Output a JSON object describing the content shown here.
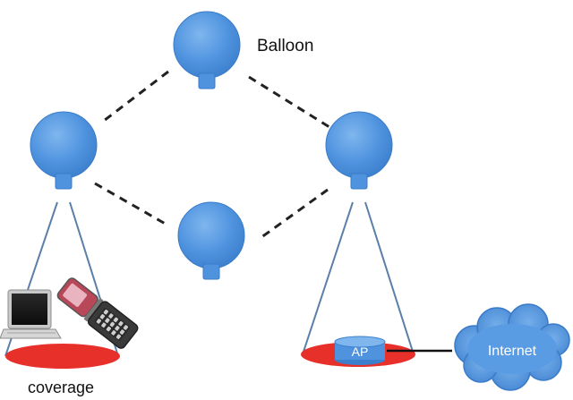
{
  "labels": {
    "balloon": "Balloon",
    "coverage": "coverage",
    "ap": "AP",
    "internet": "Internet"
  },
  "colors": {
    "balloon_fill": "#4f93df",
    "balloon_stroke": "#3a7bc8",
    "link_dash": "#222222",
    "cone_line": "#5a7fa8",
    "coverage_red": "#e8302a",
    "cloud_fill": "#4f93df",
    "ap_fill": "#4f93df",
    "wire": "#111111",
    "label_dark": "#111111",
    "label_light": "#ffffff"
  },
  "icons": [
    "balloon-icon",
    "laptop-icon",
    "flip-phone-icon",
    "access-point-icon",
    "cloud-icon"
  ]
}
